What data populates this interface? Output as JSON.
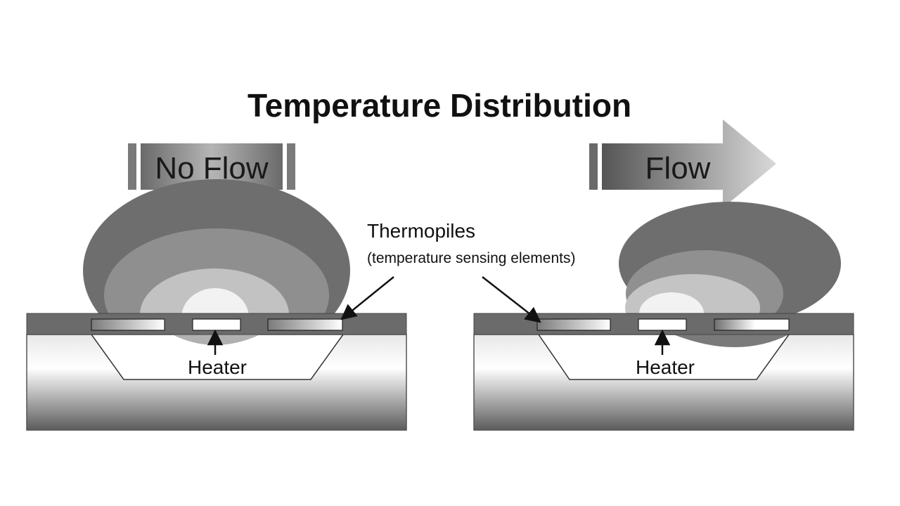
{
  "title": "Temperature Distribution",
  "panels": {
    "left": {
      "state_label": "No Flow",
      "heater_label": "Heater"
    },
    "right": {
      "state_label": "Flow",
      "heater_label": "Heater"
    }
  },
  "annotation": {
    "title": "Thermopiles",
    "subtitle": "(temperature sensing elements)"
  },
  "colors": {
    "zone_outer": "#6e6e6e",
    "zone_2": "#8f8f8f",
    "zone_3": "#c2c2c2",
    "zone_core": "#f2f2f2",
    "membrane": "#6b6b6b",
    "arrow_dark": "#575757",
    "arrow_light": "#d8d8d8"
  }
}
